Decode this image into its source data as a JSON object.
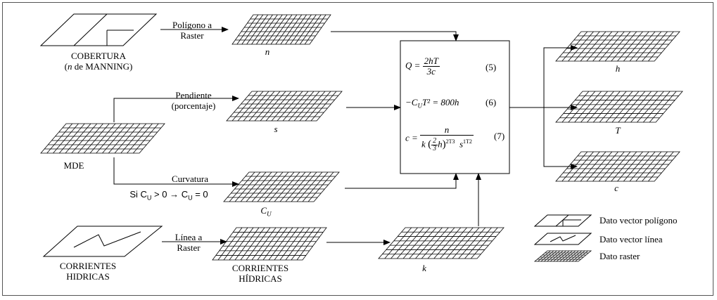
{
  "inputs": {
    "cobertura": {
      "line1": "COBERTURA",
      "line2_var": "n",
      "line2_text": " de MANNING)",
      "line2_open": "("
    },
    "mde": "MDE",
    "corrientes_input": {
      "line1": "CORRIENTES",
      "line2": "HIDRICAS"
    }
  },
  "operations": {
    "poligono_raster": {
      "line1": "Polígono a",
      "line2": "Raster"
    },
    "pendiente": {
      "line1": "Pendiente",
      "line2": "(porcentaje)"
    },
    "curvatura": {
      "line1": "Curvatura",
      "condition": "Si C",
      "cond_sub": "U",
      "cond_mid": " > 0 → C",
      "cond_sub2": "U",
      "cond_end": " = 0"
    },
    "linea_raster": {
      "line1": "Línea a",
      "line2": "Raster"
    }
  },
  "rasters": {
    "n": "n",
    "s": "s",
    "cu": "C",
    "cu_sub": "U",
    "corrientes": {
      "line1": "CORRIENTES",
      "line2": "HÍDRICAS"
    },
    "k": "k"
  },
  "outputs": {
    "h": "h",
    "T": "T",
    "c": "c"
  },
  "equations": {
    "eq5": {
      "lhs": "Q =",
      "num": "2hT",
      "den": "3c",
      "number": "(5)"
    },
    "eq6": {
      "text": "−C",
      "sub": "U",
      "rest": "T² = 800h",
      "number": "(6)"
    },
    "eq7": {
      "lhs": "c =",
      "num": "n",
      "den_k": "k",
      "den_frac_num": "2",
      "den_frac_den": "3",
      "den_h": "h",
      "exp1": "2T3",
      "s": "s",
      "exp2": "1T2",
      "number": "(7)"
    }
  },
  "legend": {
    "polygon": "Dato vector polígono",
    "line": "Dato vector línea",
    "raster": "Dato raster"
  }
}
